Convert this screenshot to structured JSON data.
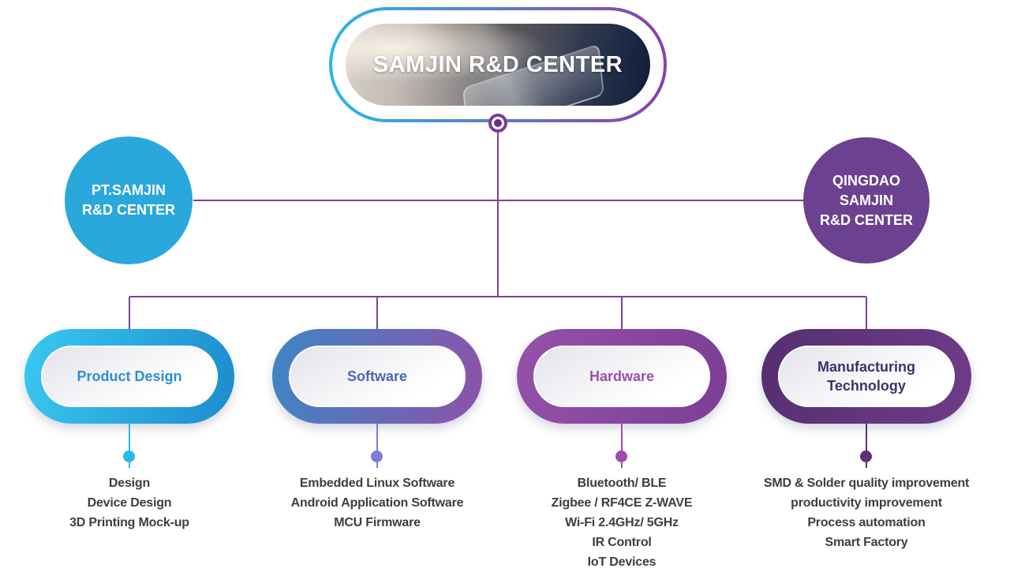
{
  "header": {
    "title": "SAMJIN R&D CENTER",
    "ring_from": "#2bb7e9",
    "ring_to": "#8c3fa9"
  },
  "colors": {
    "line": "#7b4397",
    "list_text": "#3e3e40",
    "root_dot_ring": "#7a3d96",
    "root_dot_core": "#652f85",
    "background": "#ffffff"
  },
  "regional_centers": [
    {
      "label_lines": [
        "PT.SAMJIN",
        "R&D CENTER"
      ],
      "color": "#2aa7db"
    },
    {
      "label_lines": [
        "QINGDAO",
        "SAMJIN",
        "R&D CENTER"
      ],
      "color": "#6b4190"
    }
  ],
  "departments": [
    {
      "label_lines": [
        "Product Design"
      ],
      "ring_from": "#3ac8f0",
      "ring_to": "#1c8cce",
      "label_color": "#2e8fce",
      "dot_color": "#2bb9e7",
      "items": [
        "Design",
        "Device Design",
        "3D Printing Mock-up"
      ]
    },
    {
      "label_lines": [
        "Software"
      ],
      "ring_from": "#3e86c5",
      "ring_to": "#8c52a9",
      "label_color": "#4a68b8",
      "dot_color": "#7c7bd8",
      "items": [
        "Embedded Linux Software",
        "Android Application Software",
        "MCU Firmware"
      ]
    },
    {
      "label_lines": [
        "Hardware"
      ],
      "ring_from": "#9551a9",
      "ring_to": "#7c3e95",
      "label_color": "#9c50ab",
      "dot_color": "#a04bae",
      "items": [
        "Bluetooth/ BLE",
        "Zigbee / RF4CE Z-WAVE",
        "Wi-Fi 2.4GHz/ 5GHz",
        "IR Control",
        "IoT Devices"
      ]
    },
    {
      "label_lines": [
        "Manufacturing",
        "Technology"
      ],
      "ring_from": "#562f70",
      "ring_to": "#6e3c88",
      "label_color": "#44306b",
      "dot_color": "#5e3277",
      "items": [
        "SMD & Solder quality improvement",
        "productivity improvement",
        "Process automation",
        "Smart Factory"
      ]
    }
  ]
}
